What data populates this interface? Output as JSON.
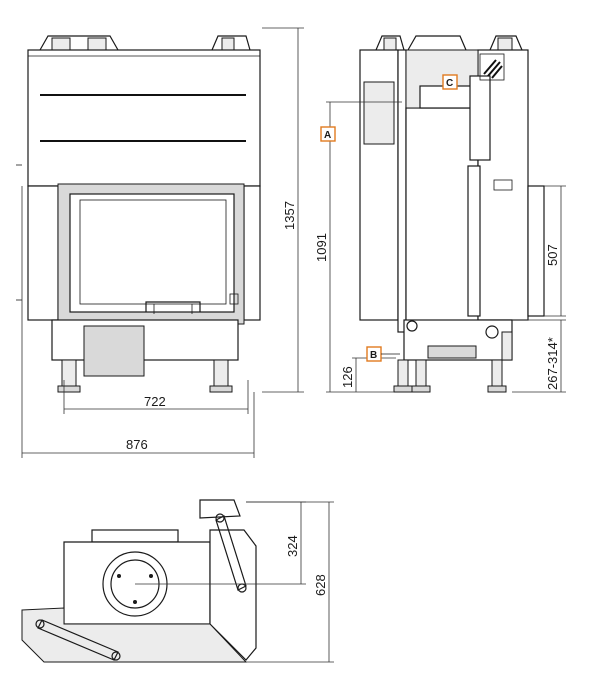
{
  "front_view": {
    "height_label": "1357",
    "inner_width_label": "722",
    "overall_width_label": "876"
  },
  "side_view": {
    "height_label": "1091",
    "glass_height_label": "507",
    "foot_height_label": "126",
    "adjust_range_label": "267-314*",
    "markers": {
      "a": "A",
      "b": "B",
      "c": "C"
    }
  },
  "top_view": {
    "flue_offset_label": "324",
    "depth_label": "628"
  }
}
